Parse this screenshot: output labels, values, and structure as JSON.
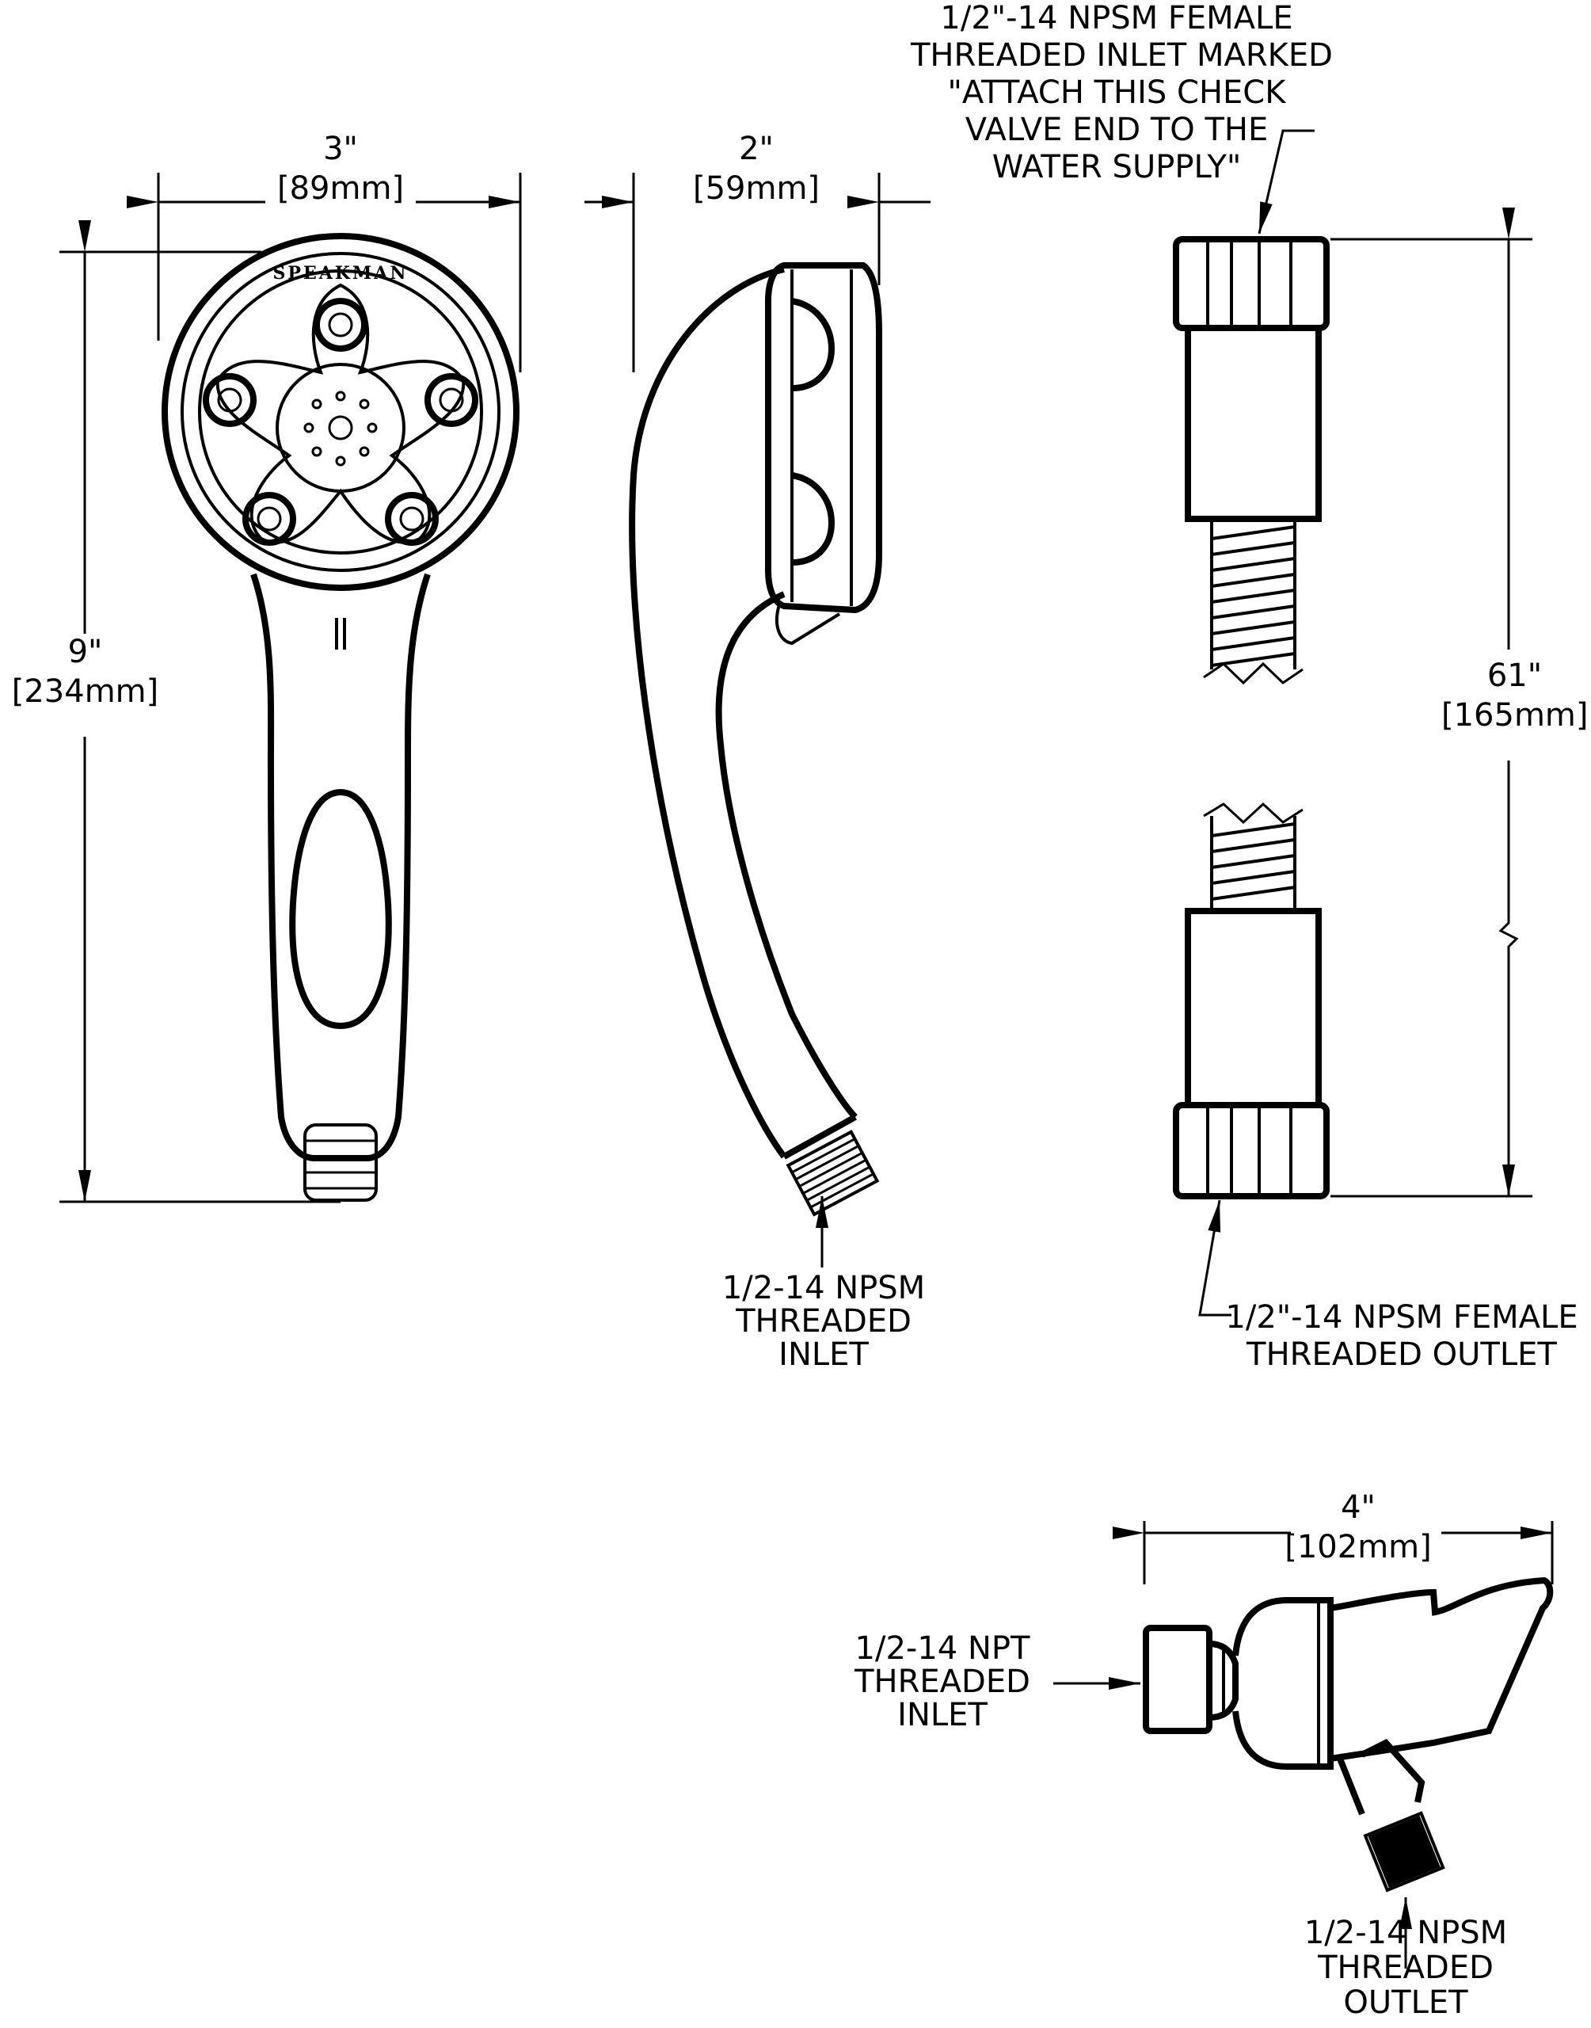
{
  "brand": "SPEAKMAN",
  "dimensions": {
    "width_front": {
      "inches": "3\"",
      "mm": "89mm"
    },
    "width_side": {
      "inches": "2\"",
      "mm": "59mm"
    },
    "height": {
      "inches": "9\"",
      "mm": "234mm"
    },
    "hose_length": {
      "inches": "61\"",
      "mm": "165mm"
    },
    "bracket_width": {
      "inches": "4\"",
      "mm": "102mm"
    }
  },
  "callouts": {
    "hose_inlet": [
      "1/2\"-14 NPSM FEMALE",
      "THREADED INLET MARKED",
      "\"ATTACH THIS CHECK",
      "VALVE END TO THE",
      "WATER SUPPLY\""
    ],
    "hose_outlet": [
      "1/2\"-14 NPSM FEMALE",
      "THREADED OUTLET"
    ],
    "handshower_inlet": [
      "1/2-14 NPSM",
      "THREADED",
      "INLET"
    ],
    "bracket_inlet": [
      "1/2-14 NPT",
      "THREADED",
      "INLET"
    ],
    "bracket_outlet": [
      "1/2-14 NPSM",
      "THREADED",
      "OUTLET"
    ]
  }
}
